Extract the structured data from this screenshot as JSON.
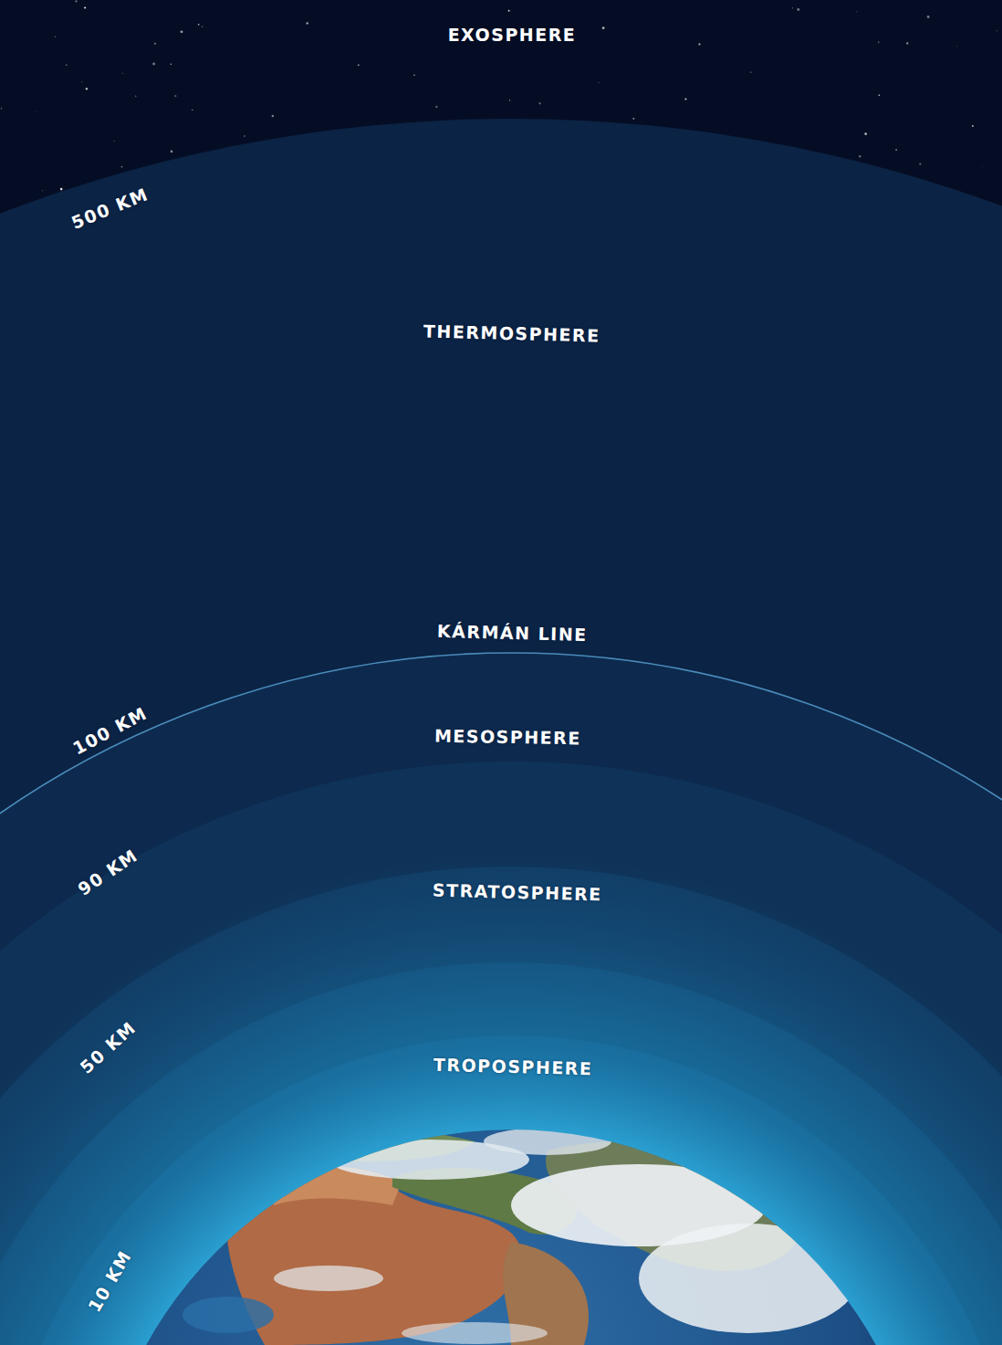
{
  "diagram": {
    "labels": [
      "EXOSPHERE",
      "500 KM",
      "THERMOSPHERE",
      "KÁRMÁN LINE",
      "100 KM",
      "MESOSPHERE",
      "90 KM",
      "STRATOSPHERE",
      "50 KM",
      "TROPOSPHERE",
      "10 KM"
    ]
  }
}
